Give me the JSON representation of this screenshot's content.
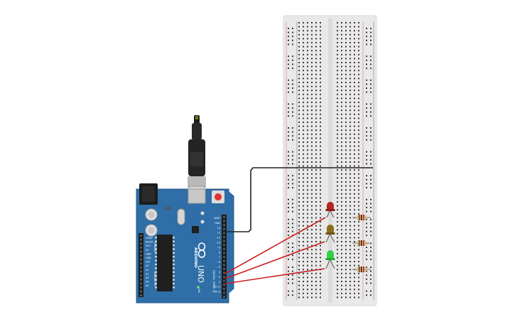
{
  "board": {
    "brand": "ARDUINO",
    "model": "UNO",
    "power_header_label": "POWER",
    "analog_header_label": "ANALOG IN",
    "digital_header_label": "DIGITAL (PWM~)",
    "power_pins": [
      "IOREF",
      "RESET",
      "3V3",
      "5V",
      "GND",
      "GND",
      "VIN"
    ],
    "analog_pins": [
      "A0",
      "A1",
      "A2",
      "A3",
      "A4",
      "A5"
    ],
    "digital_pins": [
      "AREF",
      "GND",
      "13",
      "12",
      "~11",
      "~10",
      "~9",
      "8",
      "7",
      "~6",
      "~5",
      "4",
      "~3",
      "2",
      "TX→1",
      "RX←0"
    ],
    "on_label": "ON"
  },
  "colors": {
    "board": "#2f6ea6",
    "wire_ground": "#222222",
    "wire_signal": "#cc1f1f",
    "led_red": "#b3261e",
    "led_yellow": "#8a6d16",
    "led_green": "#35d04a",
    "breadboard": "#e9e9e9"
  },
  "components": {
    "leds": [
      {
        "name": "red-led",
        "color": "red"
      },
      {
        "name": "yellow-led",
        "color": "yellow"
      },
      {
        "name": "green-led",
        "color": "green"
      }
    ],
    "resistor_count": 3,
    "wires": [
      {
        "name": "gnd-wire",
        "color": "black"
      },
      {
        "name": "signal-wire-1",
        "color": "red"
      },
      {
        "name": "signal-wire-2",
        "color": "red"
      },
      {
        "name": "signal-wire-3",
        "color": "red"
      }
    ]
  }
}
